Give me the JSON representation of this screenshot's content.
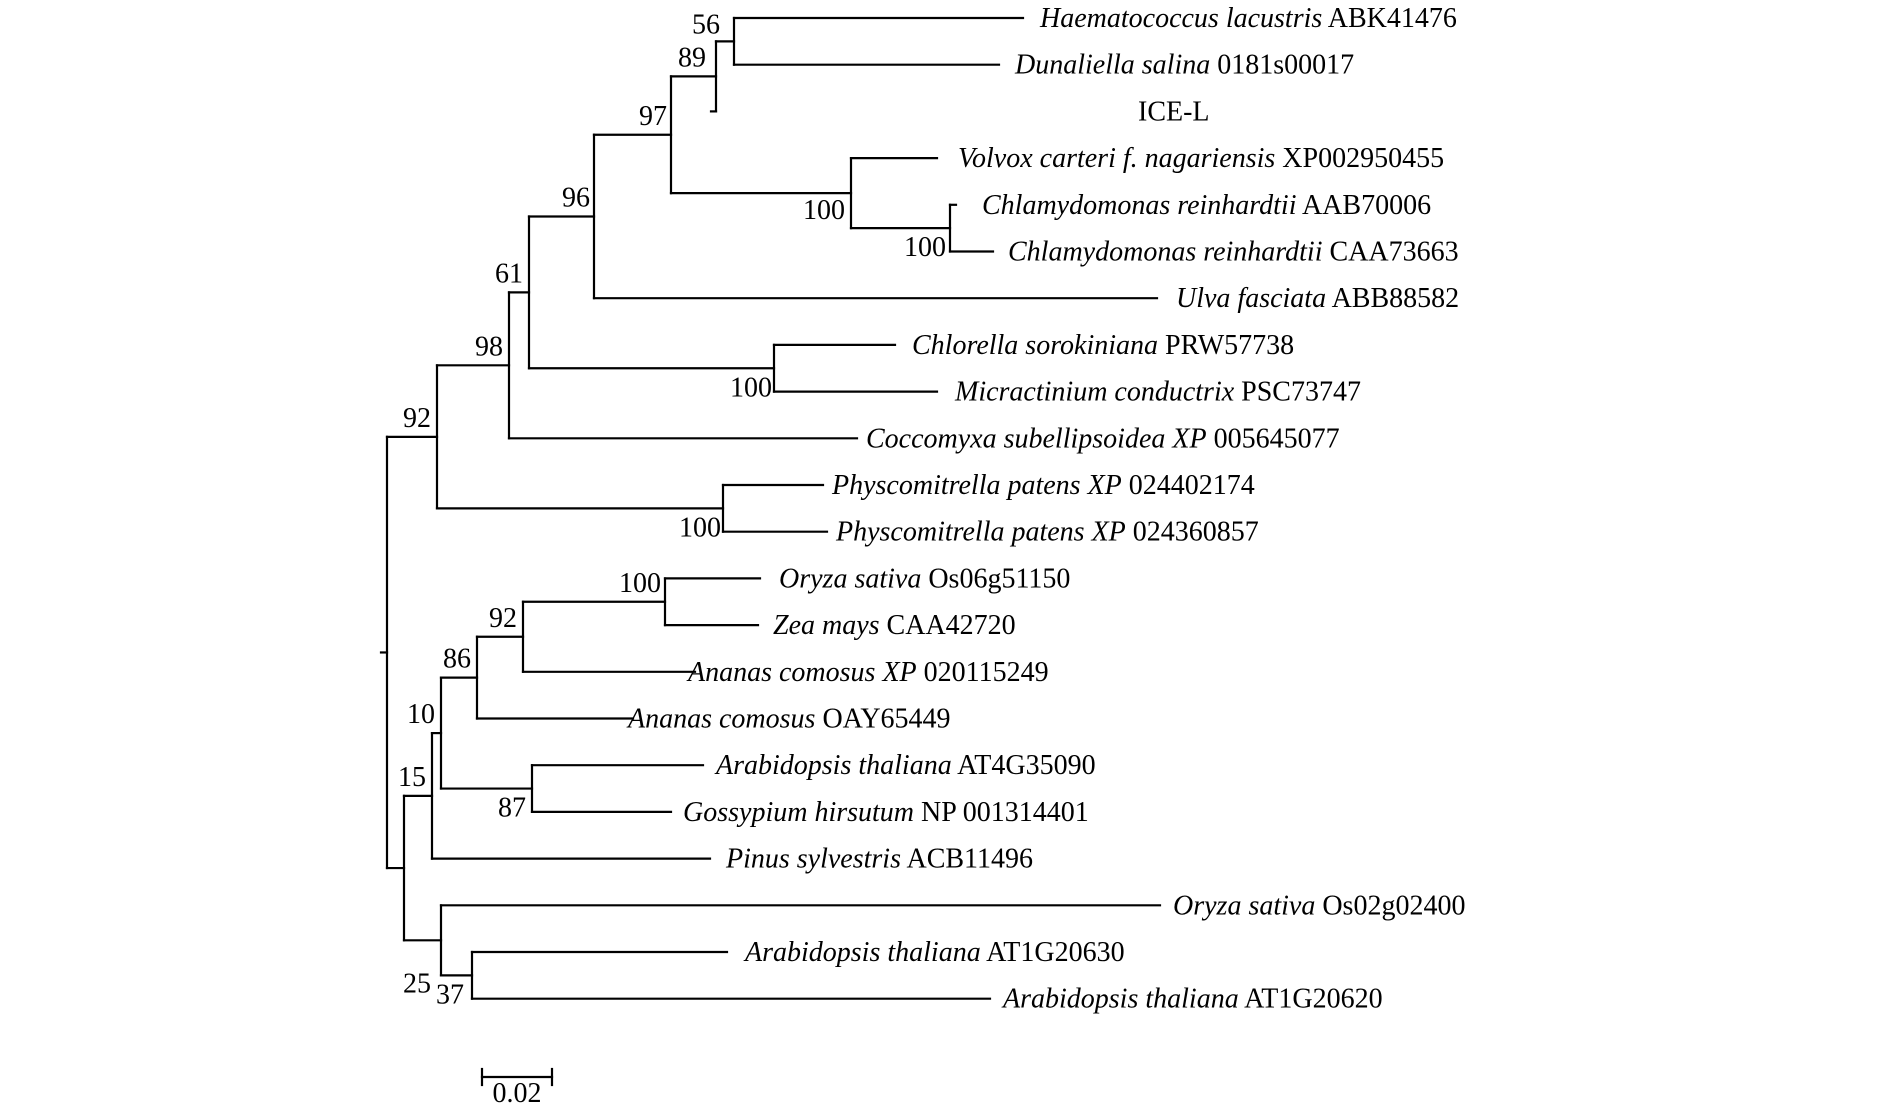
{
  "leaves": [
    {
      "id": "l1",
      "species": "Haematococcus lacustris",
      "accession": "ABK41476"
    },
    {
      "id": "l2",
      "species": "Dunaliella salina",
      "accession": "0181s00017"
    },
    {
      "id": "l3",
      "species": "",
      "accession": "ICE-L"
    },
    {
      "id": "l4",
      "species": "Volvox carteri f. nagariensis",
      "accession": "XP002950455"
    },
    {
      "id": "l5",
      "species": "Chlamydomonas reinhardtii",
      "accession": "AAB70006"
    },
    {
      "id": "l6",
      "species": "Chlamydomonas reinhardtii",
      "accession": "CAA73663"
    },
    {
      "id": "l7",
      "species": "Ulva fasciata",
      "accession": "ABB88582"
    },
    {
      "id": "l8",
      "species": "Chlorella sorokiniana",
      "accession": "PRW57738"
    },
    {
      "id": "l9",
      "species": "Micractinium conductrix",
      "accession": "PSC73747"
    },
    {
      "id": "l10",
      "species": "Coccomyxa subellipsoidea XP",
      "accession": "005645077"
    },
    {
      "id": "l11",
      "species": "Physcomitrella patens XP",
      "accession": "024402174"
    },
    {
      "id": "l12",
      "species": "Physcomitrella patens XP",
      "accession": "024360857"
    },
    {
      "id": "l13",
      "species": "Oryza sativa",
      "accession": "Os06g51150"
    },
    {
      "id": "l14",
      "species": "Zea mays",
      "accession": "CAA42720"
    },
    {
      "id": "l15",
      "species": "Ananas comosus XP",
      "accession": "020115249"
    },
    {
      "id": "l16",
      "species": "Ananas comosus",
      "accession": "OAY65449"
    },
    {
      "id": "l17",
      "species": "Arabidopsis thaliana",
      "accession": "AT4G35090"
    },
    {
      "id": "l18",
      "species": "Gossypium hirsutum",
      "accession": "NP 001314401"
    },
    {
      "id": "l19",
      "species": "Pinus sylvestris",
      "accession": "ACB11496"
    },
    {
      "id": "l20",
      "species": "Oryza sativa",
      "accession": "Os02g02400"
    },
    {
      "id": "l21",
      "species": "Arabidopsis thaliana",
      "accession": "AT1G20630"
    },
    {
      "id": "l22",
      "species": "Arabidopsis thaliana",
      "accession": "AT1G20620"
    }
  ],
  "bootstrap": {
    "n_hd": "56",
    "n_hdi": "89",
    "n_green": "97",
    "n_volvox": "100",
    "n_chlamy": "100",
    "n_chloro": "96",
    "n_chlorella": "100",
    "n_algae": "61",
    "n_greenalgae": "98",
    "n_physco": "100",
    "n_root": "92",
    "n_oz": "100",
    "n_ozaa": "92",
    "n_monocot": "86",
    "n_ag": "87",
    "n_flower": "10",
    "n_seed": "15",
    "n_at": "37",
    "n_outgroup": "25"
  },
  "scale_bar": {
    "label": "0.02",
    "length": 0.02
  }
}
